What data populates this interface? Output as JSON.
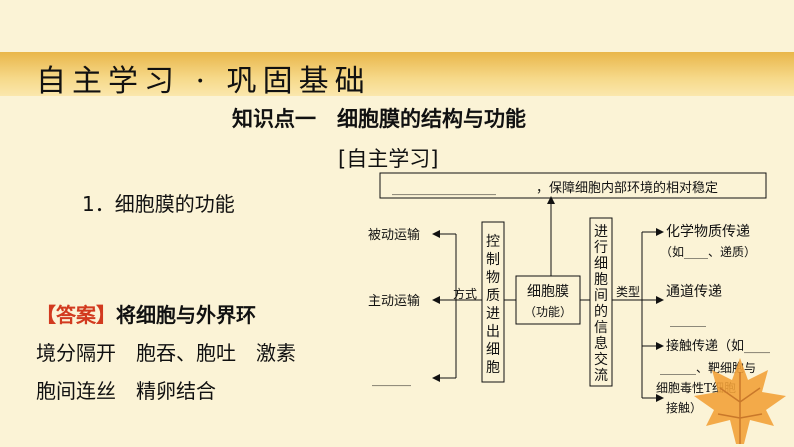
{
  "header": {
    "title": "自主学习 · 巩固基础"
  },
  "section": {
    "title": "知识点一　细胞膜的结构与功能",
    "subtitle": "[自主学习]"
  },
  "point": {
    "heading": "1．细胞膜的功能"
  },
  "answer": {
    "tag": "【答案】",
    "lead": "将细胞与外界环",
    "line1": "境分隔开　胞吞、胞吐　激素",
    "line2": "胞间连丝　精卵结合"
  },
  "diagram": {
    "top_box_blank": "________________",
    "top_box_text": "，保障细胞内部环境的相对稳定",
    "left_items": [
      "被动运输",
      "主动运输",
      "______"
    ],
    "method_label": "方式",
    "control_box": [
      "控",
      "制",
      "物",
      "质",
      "进",
      "出",
      "细",
      "胞"
    ],
    "center_box": [
      "细胞膜",
      "（功能）"
    ],
    "info_box": [
      "进",
      "行",
      "细",
      "胞",
      "间",
      "的",
      "信",
      "息",
      "交",
      "流"
    ],
    "type_label": "类型",
    "right_items": {
      "chemical": "化学物质传递",
      "chemical_note": "（如____、递质）",
      "channel": "通道传递",
      "channel_blank": "______",
      "contact": "接触传递（如____",
      "contact_line2": "______、靶细胞与",
      "contact_line3": "细胞毒性T细胞",
      "contact_line4": "接触）"
    }
  },
  "colors": {
    "header_bar": "#e9b64a",
    "answer_tag": "#d23a1f",
    "background": "#fbf3d6",
    "leaf": "#f2a23a"
  }
}
